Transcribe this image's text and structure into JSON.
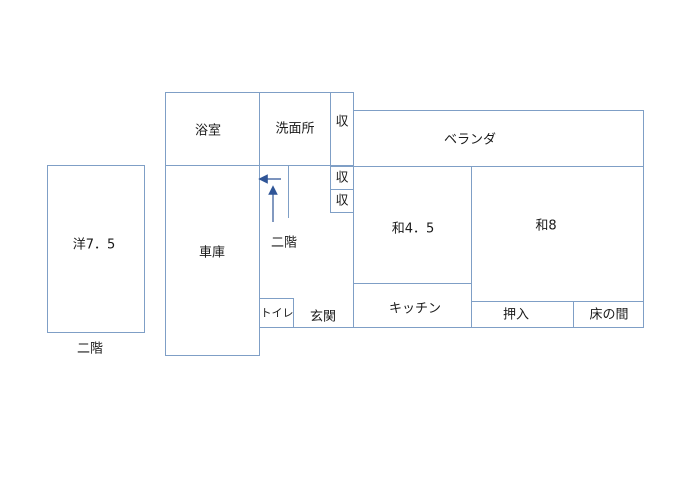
{
  "colors": {
    "wall": "#7f9fc6",
    "arrow": "#2f5597",
    "text": "#1a1a1a"
  },
  "labels": {
    "bath": "浴室",
    "washroom": "洗面所",
    "storage_1": "収",
    "storage_2": "収",
    "storage_3": "収",
    "veranda": "ベランダ",
    "western_75": "洋7．5",
    "upstairs_left": "二階",
    "garage": "車庫",
    "upstairs_center": "二階",
    "japanese_45": "和4．5",
    "japanese_8": "和8",
    "toilet": "トイレ",
    "entrance": "玄関",
    "kitchen": "キッチン",
    "closet": "押入",
    "tokonoma": "床の間"
  }
}
